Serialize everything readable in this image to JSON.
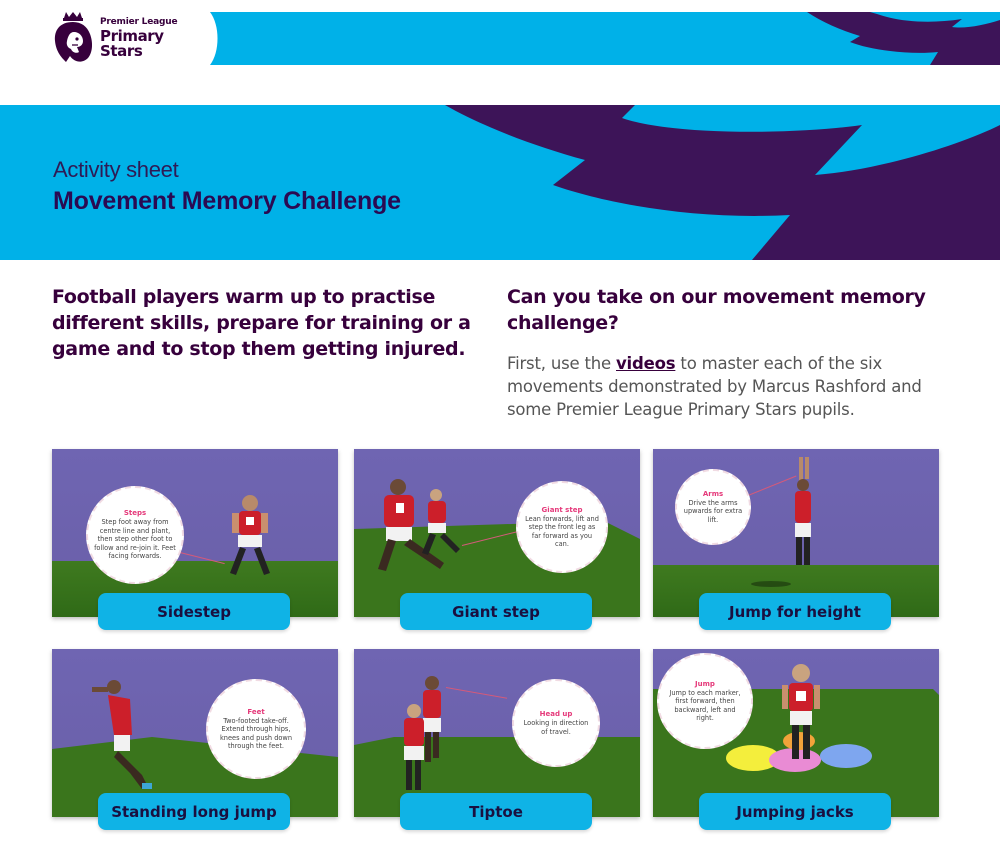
{
  "brand": {
    "league": "Premier League",
    "name_line1": "Primary",
    "name_line2": "Stars",
    "colors": {
      "purple": "#37003c",
      "deep_purple": "#3d1458",
      "cyan": "#00b1e8",
      "pink": "#e5397a",
      "button": "#0fb3e6"
    }
  },
  "hero": {
    "eyebrow": "Activity sheet",
    "title": "Movement Memory Challenge"
  },
  "intro": {
    "left_text": "Football players warm up to practise different skills, prepare for training or a game and to stop them getting injured.",
    "right_heading": "Can you take on our movement memory challenge?",
    "body_before_link": "First, use the ",
    "link_text": "videos",
    "body_after_link": " to master each of the six movements demonstrated by Marcus Rashford and some Premier League Primary Stars pupils."
  },
  "cards": [
    {
      "label": "Sidestep",
      "bubble_title": "Steps",
      "bubble_text": "Step foot away from centre line and plant, then step other foot to follow and re-join it. Feet facing forwards."
    },
    {
      "label": "Giant step",
      "bubble_title": "Giant step",
      "bubble_text": "Lean forwards, lift and step the front leg as far forward as you can."
    },
    {
      "label": "Jump for height",
      "bubble_title": "Arms",
      "bubble_text": "Drive the arms upwards for extra lift."
    },
    {
      "label": "Standing long jump",
      "bubble_title": "Feet",
      "bubble_text": "Two-footed take-off. Extend through hips, knees and push down through the feet."
    },
    {
      "label": "Tiptoe",
      "bubble_title": "Head up",
      "bubble_text": "Looking in direction of travel."
    },
    {
      "label": "Jumping jacks",
      "bubble_title": "Jump",
      "bubble_text": "Jump to each marker, first forward, then backward, left and right."
    }
  ]
}
